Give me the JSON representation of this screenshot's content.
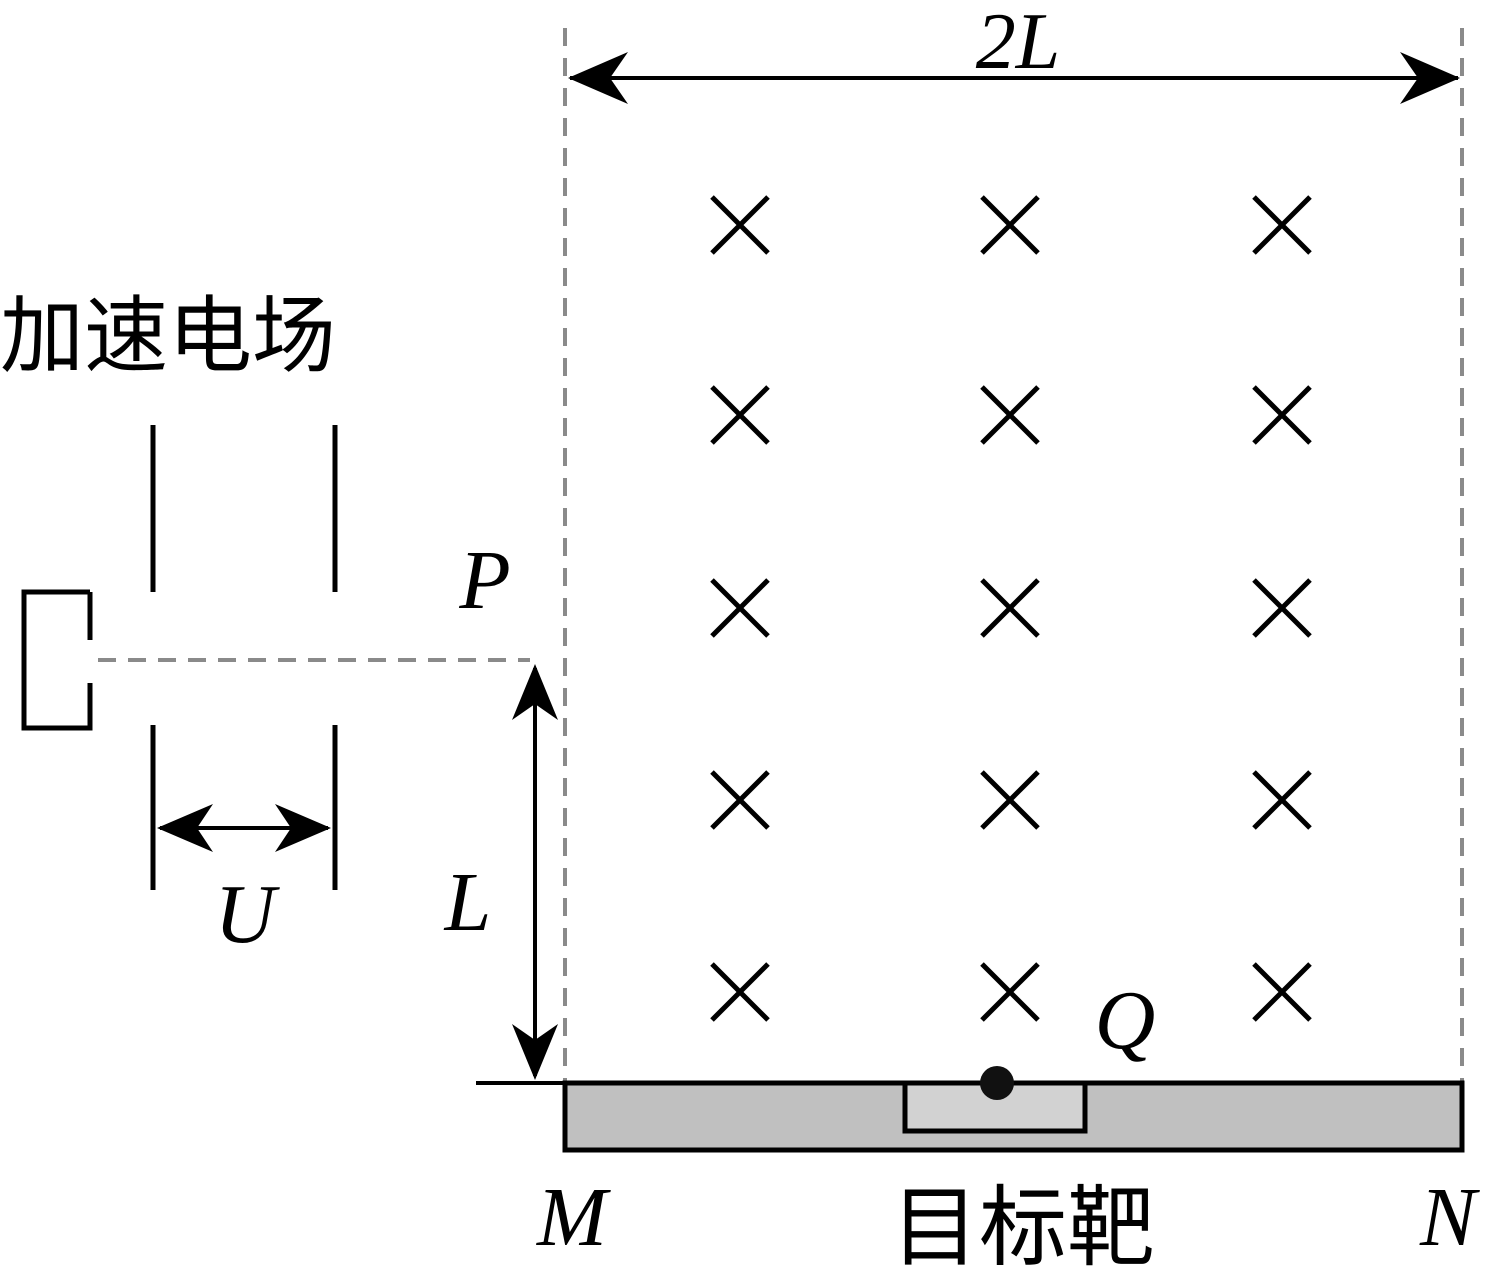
{
  "labels": {
    "width_label": "2L",
    "accel_field": "加速电场",
    "voltage": "U",
    "point_p": "P",
    "height_label": "L",
    "point_q": "Q",
    "point_m": "M",
    "point_n": "N",
    "target": "目标靶"
  },
  "field": {
    "rows": 5,
    "cols": 3,
    "symbol": "×"
  },
  "colors": {
    "ink": "#000000",
    "dashed": "#8a8a8a",
    "target_fill": "#c0c0c0",
    "target_inner_fill": "#d2d2d2",
    "background": "#ffffff"
  }
}
